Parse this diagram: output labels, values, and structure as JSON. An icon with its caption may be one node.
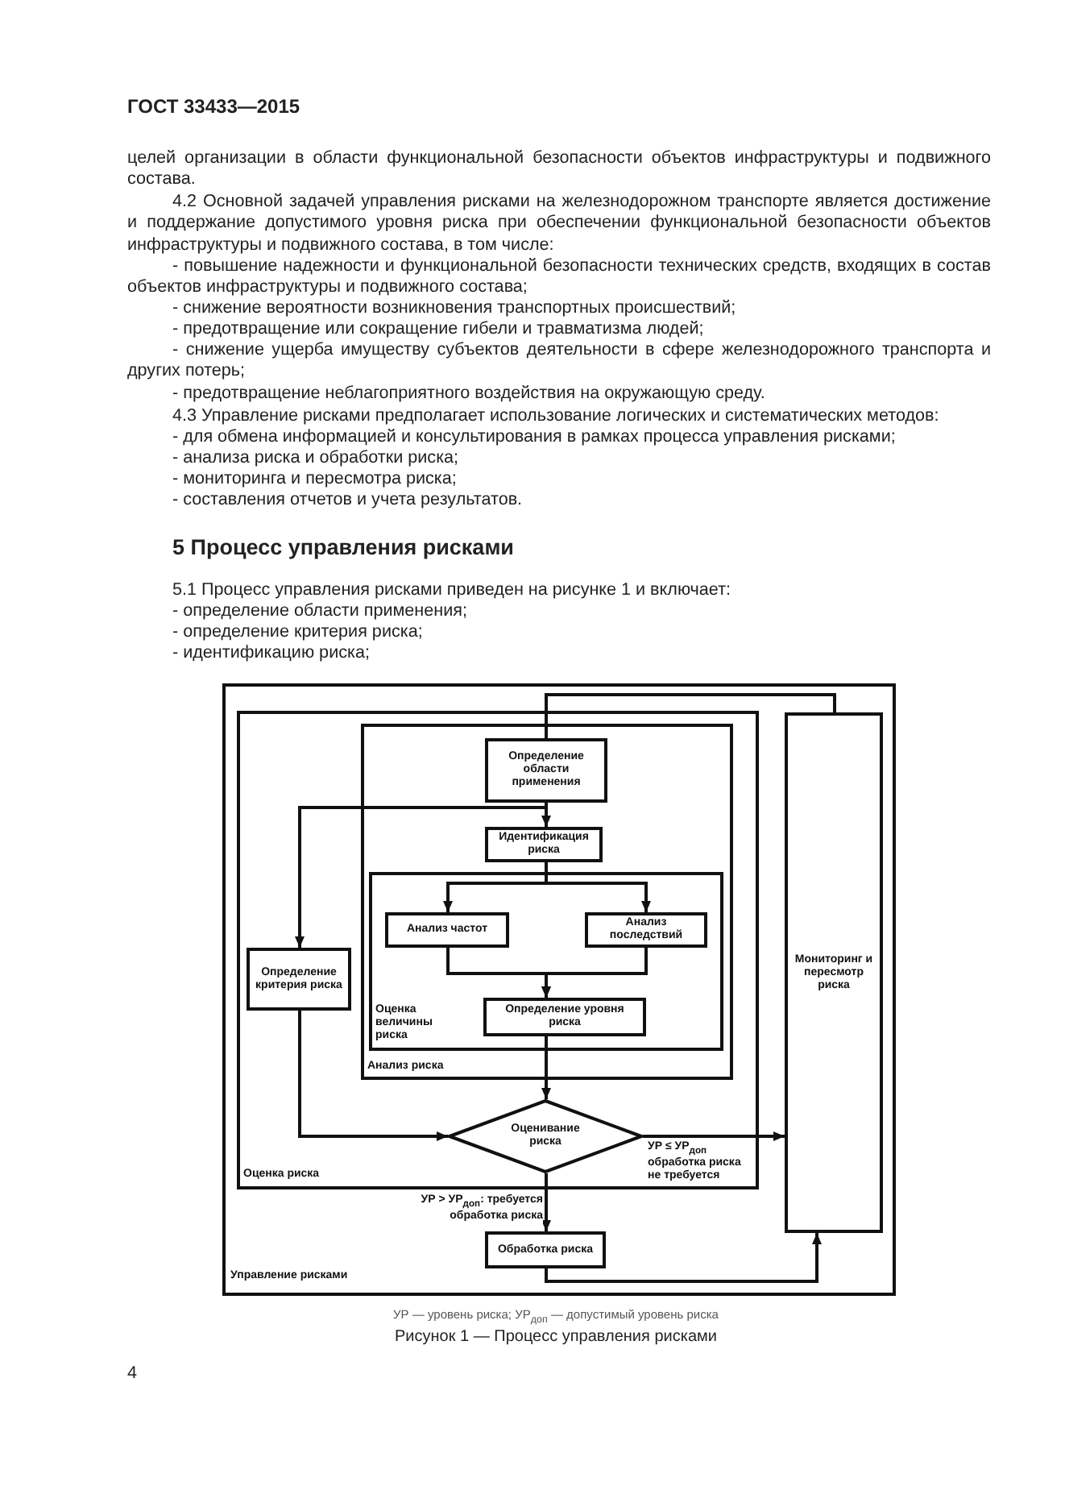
{
  "diagram": {
    "caption": "Рисунок 1 — Процесс управления рисками",
    "nodes": [
      {
        "text": [
          "Управление рисками"
        ]
      },
      {
        "text": [
          "Оценка риска"
        ],
        "in": 0
      },
      {
        "text": [
          "Анализ риска"
        ],
        "in": 1
      },
      {
        "text": [
          "Определение области применения"
        ],
        "in": 2
      },
      {
        "text": [
          "Идентификация риска"
        ],
        "in": 2
      },
      {
        "text": [
          "Оценка величины риска"
        ],
        "in": 2
      },
      {
        "text": [
          "Анализ частот"
        ],
        "in": 5
      },
      {
        "text": [
          "Анализ последствий"
        ],
        "in": 5
      },
      {
        "text": [
          "Определение уровня риска"
        ],
        "in": 5
      },
      {
        "text": [
          "Определение критерия риска"
        ],
        "in": 1
      },
      {
        "text": [
          "Оценивание риска"
        ],
        "in": 1
      },
      {
        "text": [
          "Мониторинг и пересмотр риска"
        ],
        "in": 0
      },
      {
        "text": [
          "Обработка риска"
        ],
        "in": 0
      }
    ],
    "edges": [
      {
        "from": 3,
        "to": 4,
        "arrow": "to"
      },
      {
        "from": 3,
        "to": 9,
        "arrow": "to"
      },
      {
        "from": 4,
        "to": 6,
        "arrow": "to"
      },
      {
        "from": 4,
        "to": 7,
        "arrow": "to"
      },
      {
        "from": 6,
        "to": 8,
        "arrow": "to"
      },
      {
        "from": 7,
        "to": 8,
        "arrow": "to"
      },
      {
        "from": 8,
        "to": 10,
        "arrow": "to"
      },
      {
        "from": 9,
        "to": 10,
        "arrow": "to"
      },
      {
        "from": 10,
        "to": 11,
        "arrow": "to",
        "label": "УР ≤ УР$_{доп}$ обработка риска не требуется"
      },
      {
        "from": 10,
        "to": 12,
        "arrow": "to",
        "label": "УР > УР$_{доп}$: требуется обработка риска"
      },
      {
        "from": 12,
        "to": 11,
        "arrow": "to"
      },
      {
        "from": 11,
        "to": 3,
        "arrow": "none"
      }
    ],
    "labels": [
      "ГОСТ 33433—2015",
      "целей организации в области функциональной безопасности объектов инфраструктуры и подвижного состава.",
      "4.2 Основной задачей управления рисками на железнодорожном транспорте является достижение и поддержание допустимого уровня риска при обеспечении функциональной безопасности объектов инфраструктуры и подвижного состава, в том числе:",
      "- повышение надежности и функциональной безопасности технических средств, входящих в состав объектов инфраструктуры и подвижного состава;",
      "- снижение вероятности возникновения транспортных происшествий;",
      "- предотвращение или сокращение гибели и травматизма людей;",
      "- снижение ущерба имуществу субъектов деятельности в сфере железнодорожного транспорта и других потерь;",
      "- предотвращение неблагоприятного воздействия на окружающую среду.",
      "4.3 Управление рисками предполагает использование логических и систематических методов:",
      "- для обмена информацией и консультирования в рамках процесса управления рисками;",
      "- анализа риска и обработки риска;",
      "- мониторинга и пересмотра риска;",
      "- составления отчетов и учета результатов.",
      "5 Процесс управления рисками",
      "5.1 Процесс управления рисками приведен на рисунке 1 и включает:",
      "- определение области применения;",
      "- определение критерия риска;",
      "- идентификацию риска;",
      "УР — уровень риска; УР$_{доп}$ — допустимый уровень риска",
      "4"
    ]
  }
}
